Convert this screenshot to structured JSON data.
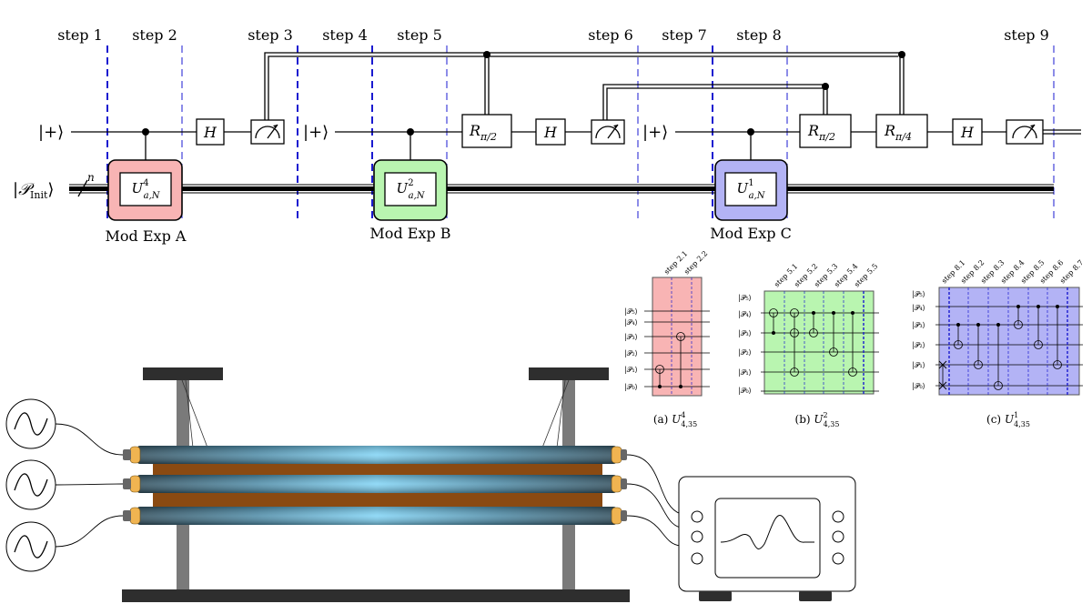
{
  "steps": [
    "step 1",
    "step 2",
    "step 3",
    "step 4",
    "step 5",
    "step 6",
    "step 7",
    "step 8",
    "step 9"
  ],
  "main_circuit": {
    "plus_ket": "|+⟩",
    "init_register": "|𝒫",
    "init_sub": "Init",
    "init_close": "⟩",
    "bus_width": "n",
    "hadamard": "H",
    "rot_half": "R",
    "rot_half_sub": "π/2",
    "rot_quarter": "R",
    "rot_quarter_sub": "π/4",
    "modexp_labels": [
      "Mod Exp A",
      "Mod Exp B",
      "Mod Exp C"
    ],
    "u_base": "U",
    "u_sub": "a,N",
    "u_sups": [
      "4",
      "2",
      "1"
    ],
    "modexp_colors": [
      "#f8b4b4",
      "#b9f5b0",
      "#b3b3f5"
    ]
  },
  "subcircuits": {
    "register_labels": [
      "|𝒫₅⟩",
      "|𝒫₄⟩",
      "|𝒫₃⟩",
      "|𝒫₂⟩",
      "|𝒫₁⟩",
      "|𝒫₀⟩"
    ],
    "a_steps": [
      "step 2.1",
      "step 2.2"
    ],
    "b_steps": [
      "step 5.1",
      "step 5.2",
      "step 5.3",
      "step 5.4",
      "step 5.5"
    ],
    "c_steps": [
      "step 8.1",
      "step 8.2",
      "step 8.3",
      "step 8.4",
      "step 8.5",
      "step 8.6",
      "step 8.7"
    ],
    "captions": [
      {
        "prefix": "(a) ",
        "u": "U",
        "sup": "4",
        "sub": "4,35"
      },
      {
        "prefix": "(b) ",
        "u": "U",
        "sup": "2",
        "sub": "4,35"
      },
      {
        "prefix": "(c) ",
        "u": "U",
        "sup": "1",
        "sub": "4,35"
      }
    ]
  },
  "hardware": {
    "signal_generator_icons": [
      "sine-wave-icon",
      "sine-wave-icon",
      "sine-wave-icon"
    ],
    "oscilloscope_icon": "oscilloscope-icon",
    "colors": {
      "tube": "#3d6275",
      "tube_glow": "#7fd3f5",
      "copper": "#8a4a12",
      "end_cap": "#f0b451",
      "post": "#7a7a7a",
      "plate": "#2e2e2e"
    }
  }
}
